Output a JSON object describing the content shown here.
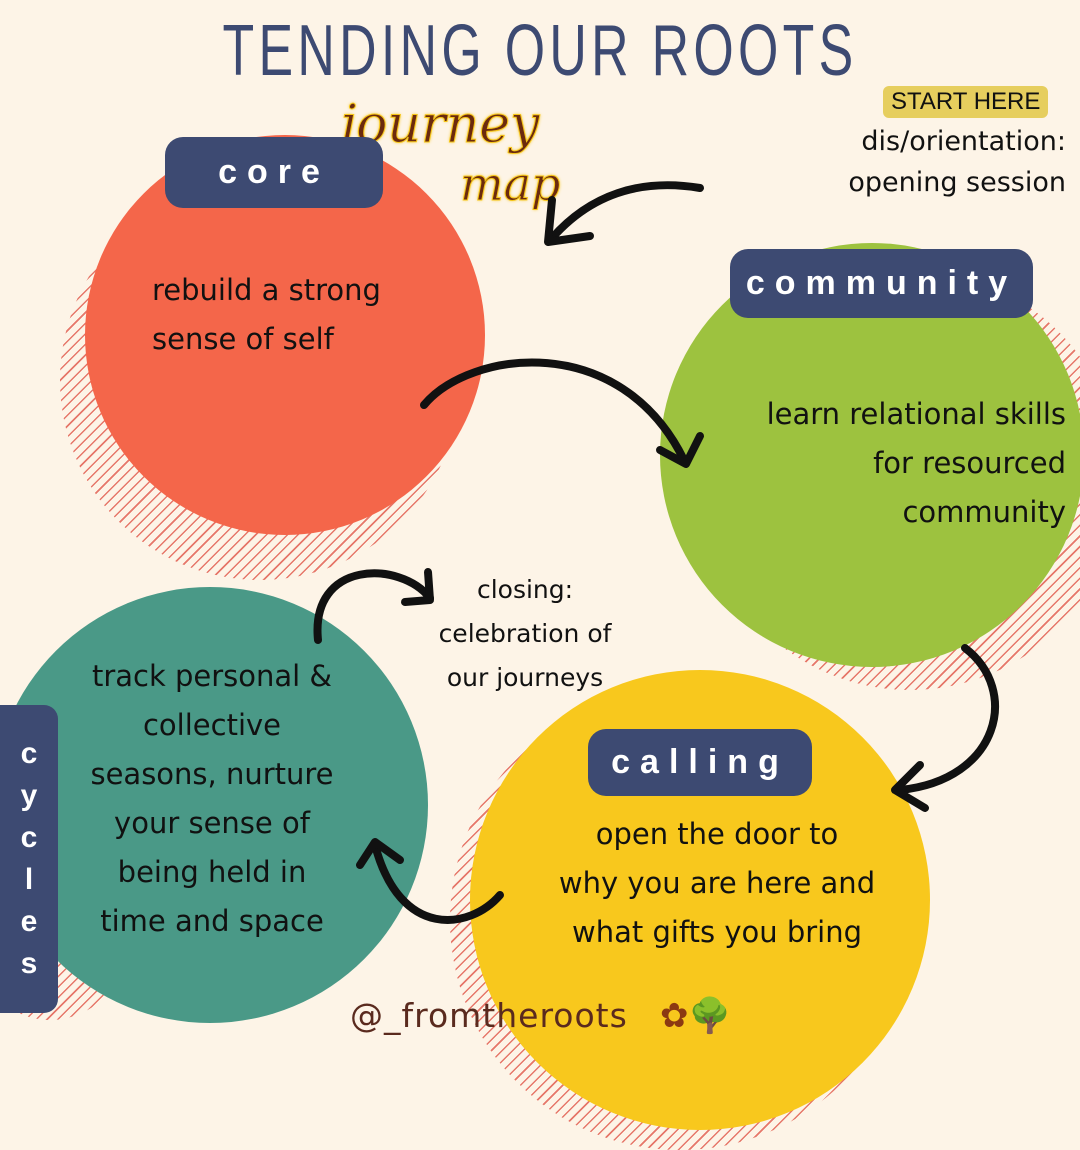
{
  "title": "TENDING OUR ROOTS",
  "subtitle_line1": "journey",
  "subtitle_line2": "map",
  "start": {
    "badge": "START HERE",
    "line1": "dis/orientation:",
    "line2": "opening session"
  },
  "stages": {
    "core": {
      "label": "core",
      "text": [
        "rebuild a strong",
        "sense of self"
      ],
      "color": "#F4664A"
    },
    "community": {
      "label": "community",
      "text": [
        "learn relational skills",
        "for resourced",
        "community"
      ],
      "color": "#9DC23F"
    },
    "calling": {
      "label": "calling",
      "text": [
        "open the door to",
        "why you are here and",
        "what gifts you bring"
      ],
      "color": "#F8C81D"
    },
    "cycles": {
      "label": "cycles",
      "text": [
        "track personal &",
        "collective",
        "seasons, nurture",
        "your sense of",
        "being held in",
        "time and space"
      ],
      "color": "#4A9987"
    }
  },
  "closing": [
    "closing:",
    "celebration of",
    "our journeys"
  ],
  "handle": "@_fromtheroots",
  "accent": "#3D4A72"
}
